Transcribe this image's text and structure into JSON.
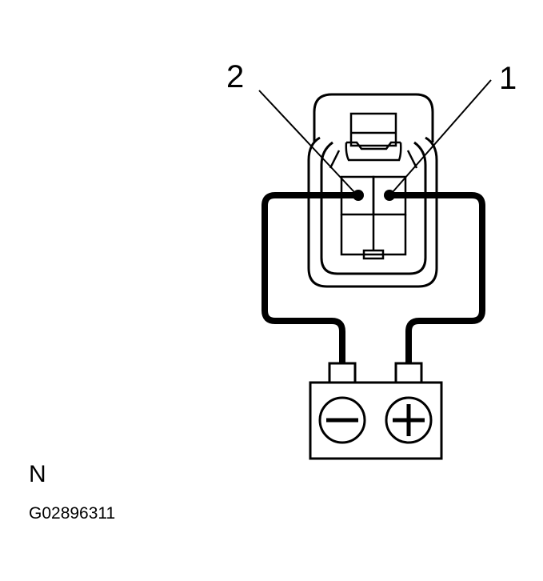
{
  "pins": {
    "pin_2_label": "2",
    "pin_1_label": "1"
  },
  "battery": {
    "negative_symbol": "minus-icon",
    "positive_symbol": "plus-icon"
  },
  "caption": {
    "view_letter": "N",
    "figure_code": "G02896311"
  }
}
